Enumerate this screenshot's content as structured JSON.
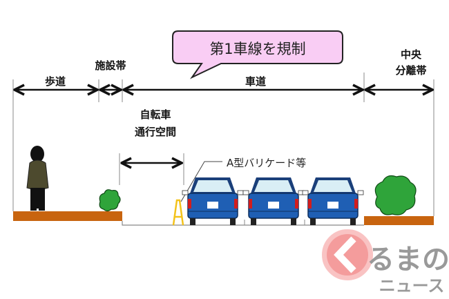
{
  "callout": {
    "text": "第1車線を規制",
    "fill": "#f9cdf4"
  },
  "dimensions": {
    "sidewalk": "歩道",
    "facility_zone": "施設帯",
    "roadway": "車道",
    "median_line1": "中央",
    "median_line2": "分離帯"
  },
  "bicycle": {
    "line1": "自転車",
    "line2": "通行空間"
  },
  "barricade_label": "A型バリケード等",
  "colors": {
    "ground": "#c8640f",
    "car": "#1f5fb4",
    "bush": "#2fa43a",
    "barricade": "#f3c21a"
  },
  "logo": {
    "line1": "るまの",
    "line2": "ニュース",
    "text": "くるまのニュース",
    "accent": "#f38b8b"
  }
}
